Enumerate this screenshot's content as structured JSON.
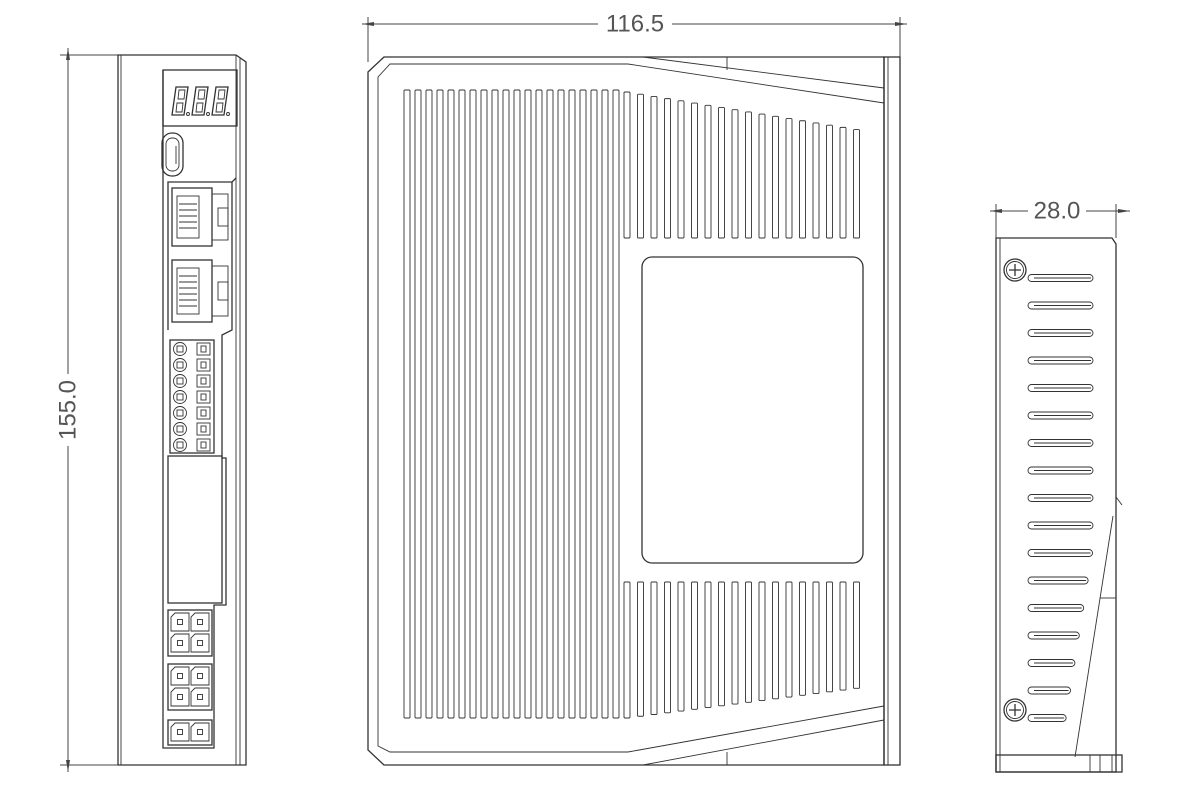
{
  "dimensions": {
    "height": "155.0",
    "width": "116.5",
    "depth": "28.0"
  },
  "colors": {
    "line": "#333333",
    "text": "#555555",
    "background": "#ffffff"
  }
}
